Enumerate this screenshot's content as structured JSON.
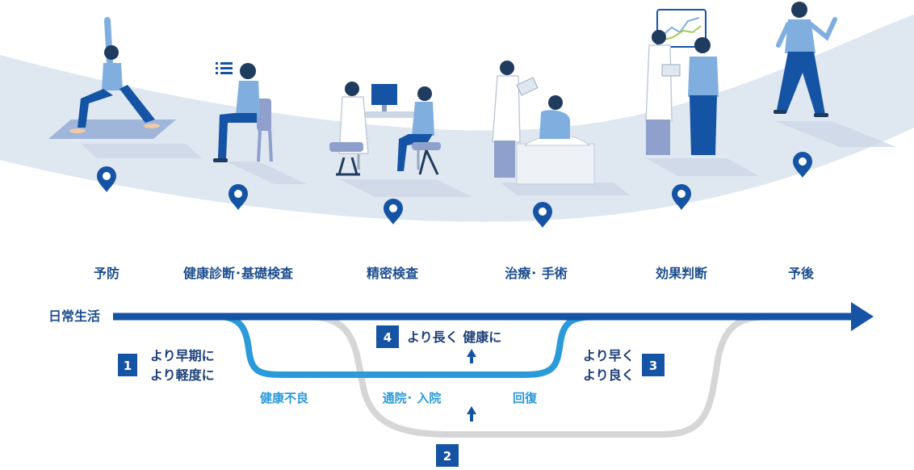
{
  "stages": [
    {
      "label": "予防",
      "icon": "yoga-person-icon"
    },
    {
      "label": "健康診断･基礎検査",
      "icon": "seated-person-icon"
    },
    {
      "label": "精密検査",
      "icon": "doctor-consultation-icon"
    },
    {
      "label": "治療･ 手術",
      "icon": "hospital-bed-icon"
    },
    {
      "label": "効果判断",
      "icon": "doctor-chart-review-icon"
    },
    {
      "label": "予後",
      "icon": "walking-person-icon"
    }
  ],
  "daily_life": "日常生活",
  "paths": {
    "unwell": "健康不良",
    "hospital": "通院･ 入院",
    "recovery": "回復"
  },
  "benefits": {
    "b1": {
      "num": "1",
      "line1": "より早期に",
      "line2": "より軽度に"
    },
    "b2": {
      "num": "2"
    },
    "b3": {
      "num": "3",
      "line1": "より早く",
      "line2": "より良く"
    },
    "b4": {
      "num": "4",
      "text": "より長く 健康に"
    }
  },
  "colors": {
    "main_arrow": "#1553a5",
    "light_path": "#2b9ad8",
    "gray_path": "#d6d6d6",
    "band": "#dfe7f1",
    "badge": "#1553a5",
    "pin": "#1553a5"
  }
}
